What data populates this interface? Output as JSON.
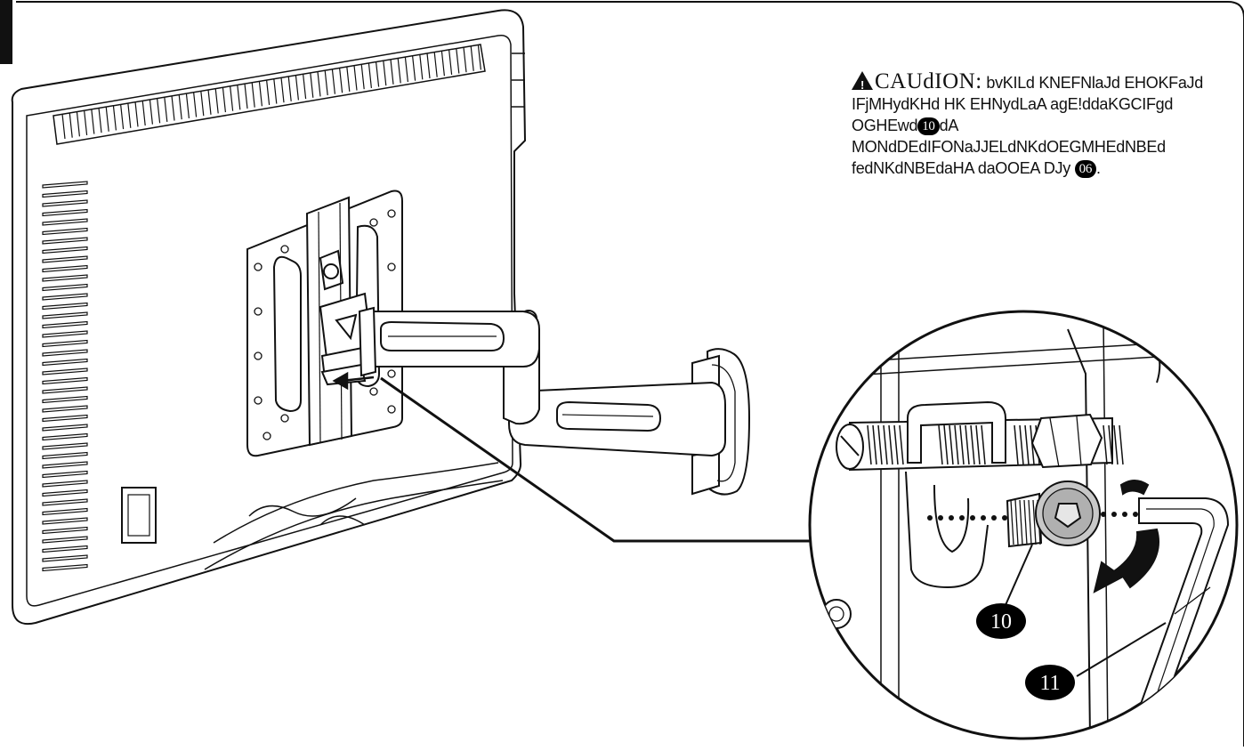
{
  "caution": {
    "heading": "CAUdION:",
    "line1_rest": "bvKILd KNEFNlaJd EHOKFaJd",
    "line2": "IFjMHydKHd HK EHNydLaA agE!ddaKGCIFgd",
    "line3_a": "OGHEwd",
    "ref_a": "10",
    "line3_b": "dA MONdDEdIFONaJJELdNKdOEGMHEdNBEd",
    "line4_a": "fedNKdNBEdaHA daOOEA DJy",
    "ref_b": "06",
    "line4_end": "."
  },
  "callouts": [
    {
      "label": "10",
      "target": "screw"
    },
    {
      "label": "11",
      "target": "hex-key"
    }
  ],
  "colors": {
    "ink": "#111111",
    "paper": "#ffffff",
    "callout_fill": "#000000"
  }
}
